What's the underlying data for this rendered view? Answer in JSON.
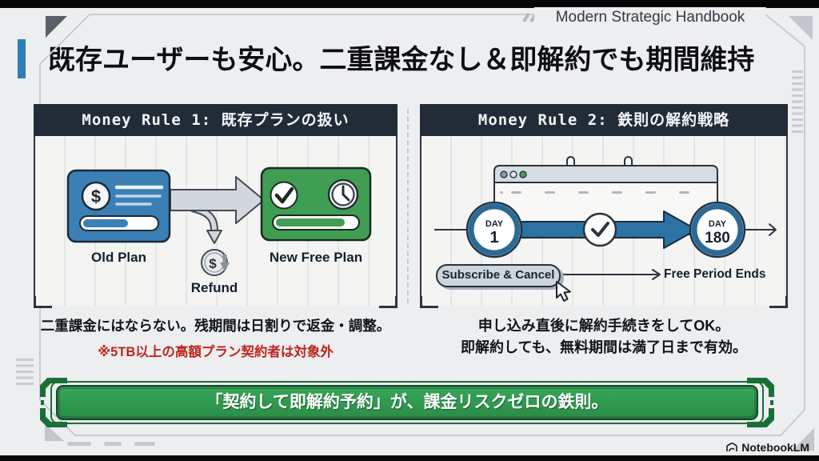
{
  "header": {
    "brand": "Modern Strategic Handbook",
    "title": "既存ユーザーも安心。二重課金なし＆即解約でも期間維持"
  },
  "panel1": {
    "header": "Money Rule 1: 既存プランの扱い",
    "old_plan_label": "Old Plan",
    "new_plan_label": "New Free Plan",
    "refund_label": "Refund",
    "caption": "二重課金にはならない。残期間は日割りで返金・調整。",
    "note": "※5TB以上の高額プラン契約者は対象外"
  },
  "panel2": {
    "header": "Money Rule 2: 鉄則の解約戦略",
    "day1": {
      "label": "DAY",
      "value": "1"
    },
    "day180": {
      "label": "DAY",
      "value": "180"
    },
    "button_label": "Subscribe & Cancel",
    "end_label": "Free Period Ends",
    "caption_line1": "申し込み直後に解約手続きをしてOK。",
    "caption_line2": "即解約しても、無料期間は満了日まで有効。"
  },
  "banner": {
    "text": "「契約して即解約予約」が、課金リスクゼロの鉄則。"
  },
  "footer": {
    "logo_text": "NotebookLM"
  },
  "icons": {
    "dollar": "$"
  },
  "colors": {
    "accent_blue": "#2e7fb8",
    "card_blue": "#3a80b5",
    "card_green": "#3f9e53",
    "timeline_blue": "#2d72a5",
    "banner_green": "#2f9d50",
    "banner_bracket_green": "#1a6e38",
    "panel_header_bg": "#222c39",
    "warning_red": "#bf241c"
  }
}
